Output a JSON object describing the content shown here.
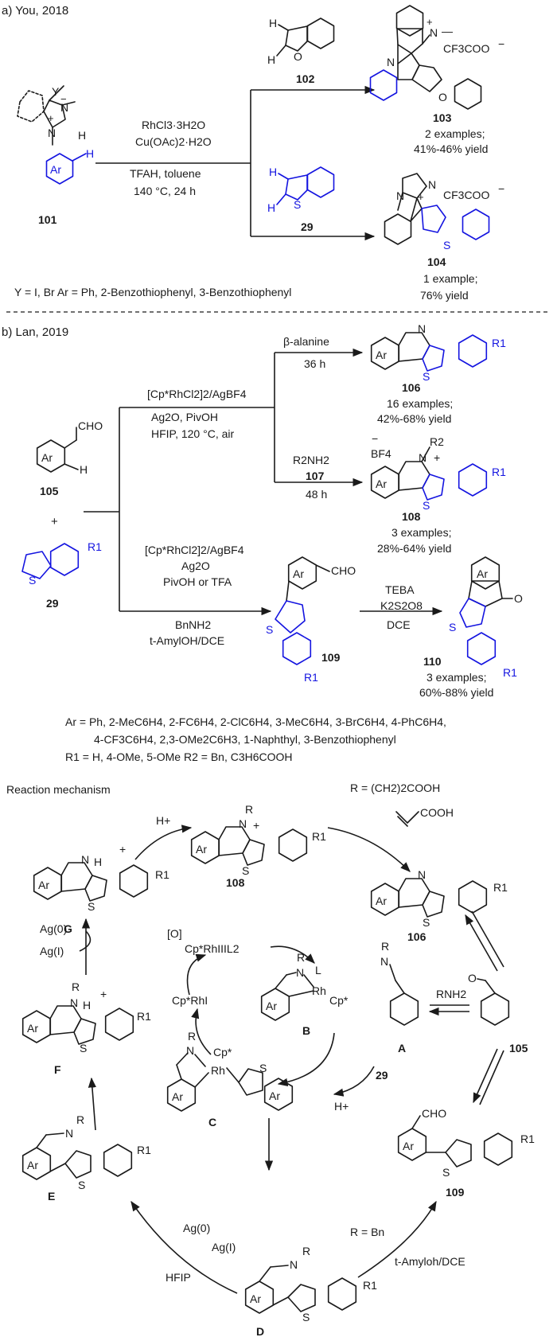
{
  "section_a": {
    "header": "a) You, 2018",
    "reagents": [
      "RhCl3·3H2O",
      "Cu(OAc)2·H2O",
      "TFAH, toluene",
      "140 °C, 24 h"
    ],
    "cpd101": "101",
    "cpd102": "102",
    "cpd29": "29",
    "cpd103": "103",
    "cpd104": "104",
    "res103": [
      "2 examples;",
      "41%-46% yield"
    ],
    "res104": [
      "1 example;",
      "76% yield"
    ],
    "footnote": "Y = I, Br   Ar = Ph, 2-Benzothiophenyl, 3-Benzothiophenyl",
    "counterion": "CF3COO",
    "labels": {
      "Y": "Y",
      "N": "N",
      "H": "H",
      "Ar": "Ar",
      "O": "O",
      "S": "S",
      "minus": "−",
      "plus": "+",
      "methyl": "—"
    }
  },
  "section_b": {
    "header": "b) Lan, 2019",
    "cond_upper": [
      "[Cp*RhCl2]2/AgBF4",
      "Ag2O, PivOH",
      "HFIP, 120 °C, air"
    ],
    "branch1": [
      "β-alanine",
      "36 h"
    ],
    "branch2": [
      "R2NH2",
      "107",
      "48 h"
    ],
    "cond_lower": [
      "[Cp*RhCl2]2/AgBF4",
      "Ag2O",
      "PivOH or TFA",
      "BnNH2",
      "t-AmylOH/DCE"
    ],
    "cond_110": [
      "TEBA",
      "K2S2O8",
      "DCE"
    ],
    "cpd105": "105",
    "cpd29": "29",
    "cpd106": "106",
    "cpd108": "108",
    "cpd109": "109",
    "cpd110": "110",
    "res106": [
      "16 examples;",
      "42%-68% yield"
    ],
    "res108": [
      "3 examples;",
      "28%-64% yield"
    ],
    "res110": [
      "3 examples;",
      "60%-88% yield"
    ],
    "plus": "+",
    "CHO": "CHO",
    "R1": "R1",
    "R2": "R2",
    "BF4": "BF4",
    "footnote_ar": [
      "Ar = Ph, 2-MeC6H4, 2-FC6H4, 2-ClC6H4, 3-MeC6H4, 3-BrC6H4, 4-PhC6H4,",
      "4-CF3C6H4, 2,3-OMe2C6H3, 1-Naphthyl, 3-Benzothiophenyl"
    ],
    "footnote_r": "R1 = H, 4-OMe, 5-OMe          R2 = Bn, C3H6COOH"
  },
  "mechanism": {
    "title": "Reaction mechanism",
    "R_def": "R = (CH2)2COOH",
    "acrylic": "COOH",
    "H_plus": "H+",
    "oxid": "[O]",
    "rh_top": "Cp*RhIIIL2",
    "rh_I": "Cp*RhI",
    "Ag0": "Ag(0)",
    "AgI": "Ag(I)",
    "RNH2": "RNH2",
    "R_Bn": "R = Bn",
    "solvent": "t-Amyloh/DCE",
    "HFIP": "HFIP",
    "num29": "29",
    "labels": {
      "A": "A",
      "B": "B",
      "C": "C",
      "D": "D",
      "E": "E",
      "F": "F",
      "G": "G"
    },
    "cpd106": "106",
    "cpd108": "108",
    "cpd105": "105",
    "cpd109": "109"
  }
}
